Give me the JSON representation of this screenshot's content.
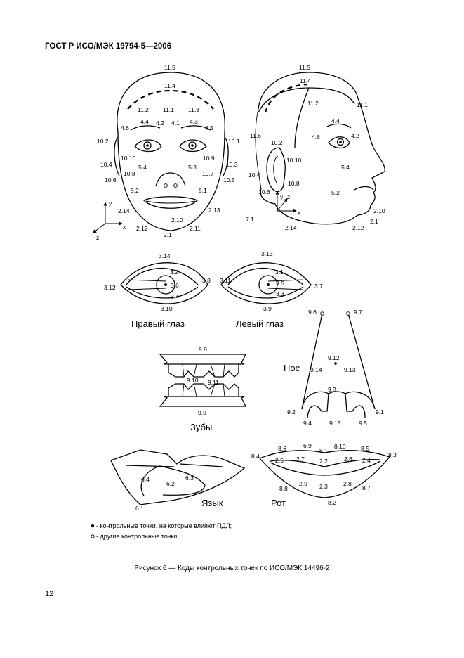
{
  "header": {
    "title": "ГОСТ Р ИСО/МЭК 19794-5—2006"
  },
  "front_face": {
    "labels": [
      "11.5",
      "11.4",
      "11.2",
      "11.1",
      "11.3",
      "4.4",
      "4.2",
      "4.1",
      "4.3",
      "4.6",
      "4.5",
      "10.2",
      "10.1",
      "10.10",
      "10.9",
      "10.4",
      "10.3",
      "5.4",
      "5.3",
      "10.8",
      "10.7",
      "10.6",
      "10.5",
      "5.2",
      "5.1",
      "2.14",
      "2.13",
      "2.10",
      "2.12",
      "2.11",
      "2.1"
    ],
    "axes": {
      "y": "y",
      "x": "x",
      "z": "z"
    }
  },
  "side_face": {
    "labels": [
      "11.5",
      "11.4",
      "11.2",
      "11.1",
      "4.4",
      "4.6",
      "4.2",
      "11.6",
      "10.2",
      "10.10",
      "10.4",
      "5.4",
      "10.8",
      "10.6",
      "5.2",
      "7.1",
      "2.10",
      "2.14",
      "2.12",
      "2.1"
    ],
    "axes": {
      "y": "y",
      "x": "x",
      "z": "z"
    }
  },
  "right_eye": {
    "labels": [
      "3.14",
      "3.2",
      "3.12",
      "3.6",
      "3.8",
      "3.4",
      "3.10"
    ],
    "title": "Правый глаз"
  },
  "left_eye": {
    "labels": [
      "3.13",
      "3.1",
      "3.11",
      "3.5",
      "3.7",
      "3.3",
      "3.9"
    ],
    "title": "Левый глаз"
  },
  "nose": {
    "labels": [
      "9.6",
      "9.7",
      "9.12",
      "9.14",
      "9.13",
      "9.3",
      "9.2",
      "9.1",
      "9.4",
      "9.15",
      "9.5"
    ],
    "title": "Нос"
  },
  "teeth": {
    "labels": [
      "9.8",
      "9.10",
      "9.11",
      "9.9"
    ],
    "title": "Зубы"
  },
  "tongue": {
    "labels": [
      "6.4",
      "6.2",
      "6.3",
      "6.1"
    ],
    "title": "Язык"
  },
  "mouth": {
    "labels": [
      "8.6",
      "6.9",
      "8.1",
      "8.10",
      "8.5",
      "8.4",
      "8.3",
      "2.5",
      "2.7",
      "2.2",
      "2.6",
      "2.4",
      "2.9",
      "2.3",
      "2.8",
      "8.8",
      "8.7",
      "8.2"
    ],
    "title": "Рот"
  },
  "legend": {
    "filled": "- контрольные точки, на которые влияют ПДЛ;",
    "open": "- другие контрольные точки."
  },
  "caption": "Рисунок 6 — Коды контрольных точек по ИСО/МЭК 14496-2",
  "page_number": "12"
}
